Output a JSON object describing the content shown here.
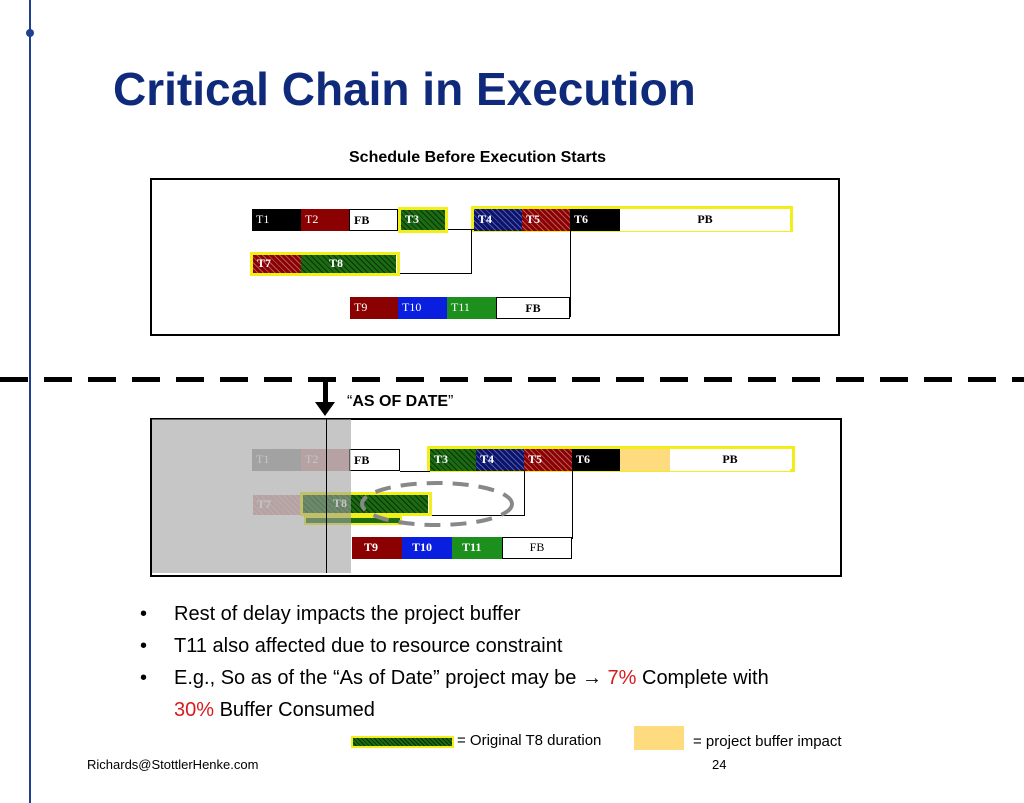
{
  "title": "Critical Chain in Execution",
  "subtitle": "Schedule Before Execution Starts",
  "before": {
    "row1": [
      "T1",
      "T2",
      "FB",
      "T3",
      "T4",
      "T5",
      "T6",
      "PB"
    ],
    "row2": [
      "T7",
      "T8"
    ],
    "row3": [
      "T9",
      "T10",
      "T11",
      "FB"
    ]
  },
  "as_of": {
    "open_quote": "“",
    "label": "AS OF DATE",
    "close_quote": "”"
  },
  "after": {
    "row1": [
      "T1",
      "T2",
      "FB",
      "T3",
      "T4",
      "T5",
      "T6",
      "PB"
    ],
    "row2": [
      "T7",
      "T8"
    ],
    "row3": [
      "T9",
      "T10",
      "T11",
      "FB"
    ]
  },
  "bullets": {
    "b1": "Rest of delay impacts the project buffer",
    "b2": "T11 also affected due to resource constraint",
    "b3_pre": "E.g., So as of the “As of Date” project may be ",
    "b3_arrow": "→",
    "b3_pct1": "7%",
    "b3_mid": " Complete with ",
    "b3_pct2": "30%",
    "b3_post": " Buffer Consumed"
  },
  "legend": {
    "t8_label": "= Original T8 duration",
    "pb_label": "= project buffer impact",
    "pb_color": "#ffdb80"
  },
  "footer": {
    "email": "Richards@StottlerHenke.com",
    "page": "24"
  }
}
